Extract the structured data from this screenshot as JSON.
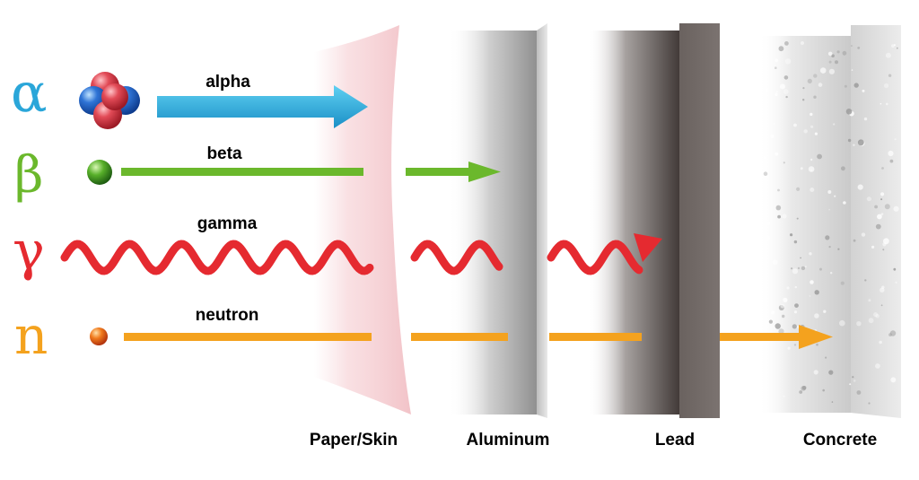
{
  "radiations": [
    {
      "symbol": "α",
      "name": "alpha",
      "color": "#2aa6d9"
    },
    {
      "symbol": "β",
      "name": "beta",
      "color": "#6bb82c"
    },
    {
      "symbol": "γ",
      "name": "gamma",
      "color": "#e52a30"
    },
    {
      "symbol": "n",
      "name": "neutron",
      "color": "#f4a21e"
    }
  ],
  "barriers": [
    {
      "name": "Paper/Skin",
      "color": "#f3c6cb"
    },
    {
      "name": "Aluminum",
      "color": "#9a9a9a"
    },
    {
      "name": "Lead",
      "color": "#5f5755"
    },
    {
      "name": "Concrete",
      "color": "#d6d6d6"
    }
  ]
}
